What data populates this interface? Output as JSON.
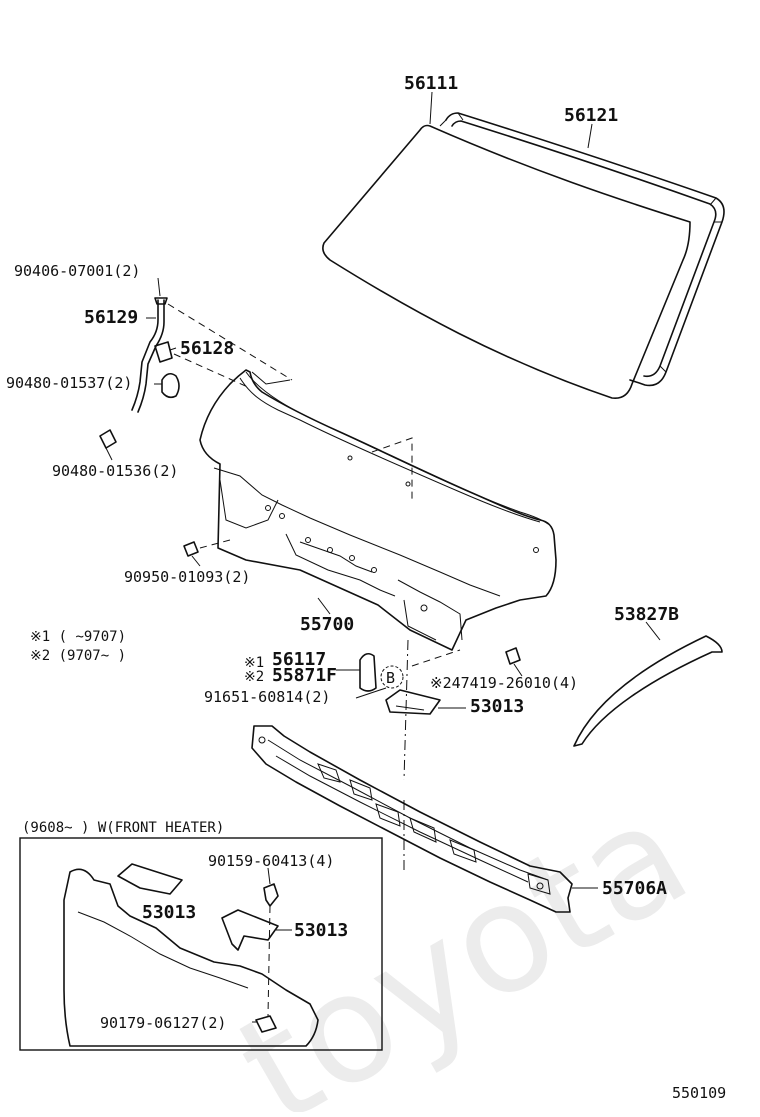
{
  "watermark": "toyota",
  "diagram_id": "550109",
  "labels": {
    "p56111": "56111",
    "p56121": "56121",
    "p90406": "90406-07001(2)",
    "p56129": "56129",
    "p56128": "56128",
    "p90480_1537": "90480-01537(2)",
    "p90480_1536": "90480-01536(2)",
    "p90950": "90950-01093(2)",
    "p55700": "55700",
    "p53827B": "53827B",
    "note1": "※1 (     ~9707)",
    "note2": "※2 (9707~     )",
    "p56117": "56117",
    "p56117_mark": "※1",
    "p55871F": "55871F",
    "p55871F_mark": "※2",
    "p91651": "91651-60814(2)",
    "p247419": "※247419-26010(4)",
    "marker_b": "B",
    "p53013_main": "53013",
    "p55706A": "55706A",
    "inset_title": "(9608~     ) W(FRONT HEATER)",
    "p90159": "90159-60413(4)",
    "p53013_inset_a": "53013",
    "p53013_inset_b": "53013",
    "p90179": "90179-06127(2)"
  }
}
